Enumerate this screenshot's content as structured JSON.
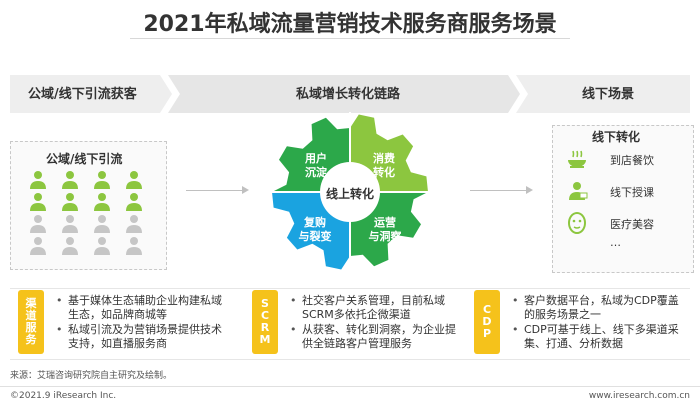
{
  "title": "2021年私域流量营销技术服务商服务场景",
  "stages": [
    {
      "label": "公域/线下引流获客"
    },
    {
      "label": "私域增长转化链路"
    },
    {
      "label": "线下场景"
    }
  ],
  "left_box": {
    "heading": "公域/线下引流",
    "people_rows": [
      {
        "count": 4,
        "color": "#8cc63f"
      },
      {
        "count": 4,
        "color": "#8cc63f"
      },
      {
        "count": 4,
        "color": "#c6c6c6"
      },
      {
        "count": 4,
        "color": "#c6c6c6"
      }
    ]
  },
  "gear": {
    "center": "线上转化",
    "segments": [
      {
        "label": "用户\n沉淀",
        "color": "#2ca84a"
      },
      {
        "label": "消费\n转化",
        "color": "#8cc63f"
      },
      {
        "label": "运营\n与洞察",
        "color": "#2ca84a"
      },
      {
        "label": "复购\n与裂变",
        "color": "#1aa3e0"
      }
    ]
  },
  "right_box": {
    "heading": "线下转化",
    "scenes": [
      {
        "label": "到店餐饮",
        "icon": "food-bowl-icon"
      },
      {
        "label": "线下授课",
        "icon": "teacher-icon"
      },
      {
        "label": "医疗美容",
        "icon": "face-mask-icon"
      }
    ],
    "more": "…"
  },
  "bottom": [
    {
      "tag_chars": [
        "渠",
        "道",
        "服",
        "务"
      ],
      "bullets": [
        "基于媒体生态辅助企业构建私域生态，如品牌商城等",
        "私域引流及为营销场景提供技术支持，如直播服务商"
      ]
    },
    {
      "tag_chars": [
        "S",
        "C",
        "R",
        "M"
      ],
      "bullets": [
        "社交客户关系管理，目前私域SCRM多依托企微渠道",
        "从获客、转化到洞察，为企业提供全链路客户管理服务"
      ]
    },
    {
      "tag_chars": [
        "C",
        "D",
        "P"
      ],
      "bullets": [
        "客户数据平台，私域为CDP覆盖的服务场景之一",
        "CDP可基于线上、线下多渠道采集、打通、分析数据"
      ]
    }
  ],
  "source": "来源：艾瑞咨询研究院自主研究及绘制。",
  "copyright": "©2021.9 iResearch Inc.",
  "website": "www.iresearch.com.cn",
  "colors": {
    "yellow": "#f5c21b",
    "green": "#8cc63f",
    "dark_green": "#2ca84a",
    "blue": "#1aa3e0",
    "gray": "#c6c6c6"
  }
}
